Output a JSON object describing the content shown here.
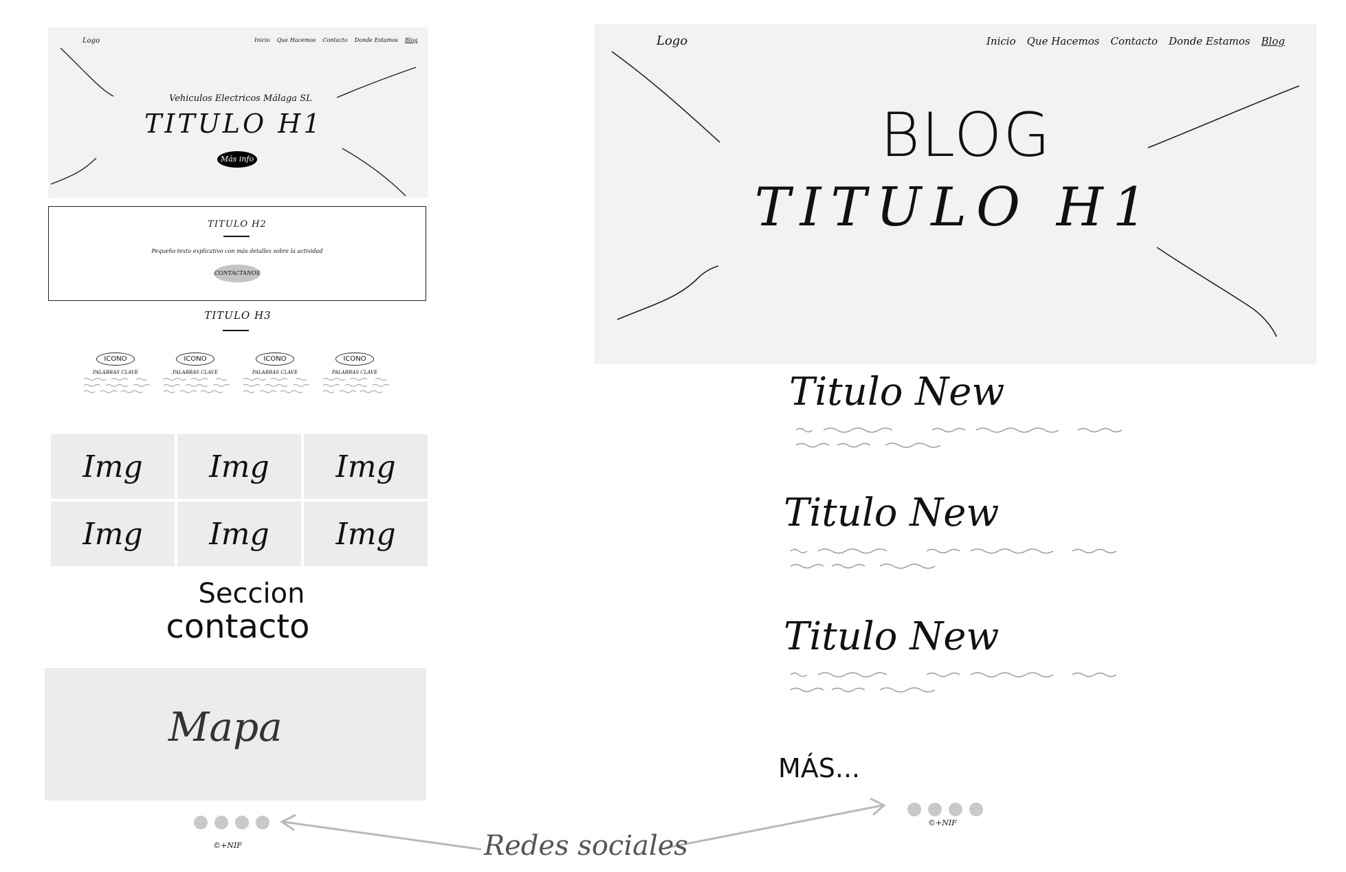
{
  "home": {
    "hero": {
      "logo": "Logo",
      "nav": [
        "Inicio",
        "Que Hacemos",
        "Contacto",
        "Donde Estamos",
        "Blog"
      ],
      "company": "Vehiculos Electricos Málaga SL",
      "title": "TITULO H1",
      "cta": "Más info"
    },
    "section_h2": {
      "title": "TITULO H2",
      "text": "Pequeño texto explicativo con más detalles sobre la actividad",
      "button": "CONTÁCTANOS"
    },
    "section_h3": {
      "title": "TITULO H3",
      "features": [
        {
          "icon": "ICONO",
          "label": "PALABRAS CLAVE"
        },
        {
          "icon": "ICONO",
          "label": "PALABRAS CLAVE"
        },
        {
          "icon": "ICONO",
          "label": "PALABRAS CLAVE"
        },
        {
          "icon": "ICONO",
          "label": "PALABRAS CLAVE"
        }
      ]
    },
    "gallery": [
      "Img",
      "Img",
      "Img",
      "Img",
      "Img",
      "Img"
    ],
    "contact": {
      "line1": "Seccion",
      "line2": "contacto"
    },
    "map_label": "Mapa",
    "footer": {
      "copyright": "©+NIF",
      "social_count": 4
    }
  },
  "blog": {
    "hero": {
      "logo": "Logo",
      "nav": [
        "Inicio",
        "Que Hacemos",
        "Contacto",
        "Donde Estamos",
        "Blog"
      ],
      "label": "BLOG",
      "title": "TITULO H1"
    },
    "news": [
      {
        "title": "Titulo New"
      },
      {
        "title": "Titulo New"
      },
      {
        "title": "Titulo New"
      }
    ],
    "more": "MÁS...",
    "footer": {
      "copyright": "©+NIF",
      "social_count": 4
    }
  },
  "annotation": "Redes sociales",
  "colors": {
    "hero_bg": "#f2f2f2",
    "tile_bg": "#ececec",
    "button_dark": "#000000",
    "button_light": "#c4c4c4",
    "dot": "#c9c9c9",
    "scribble": "#9a9a9a",
    "arrow": "#b9b9b9"
  }
}
